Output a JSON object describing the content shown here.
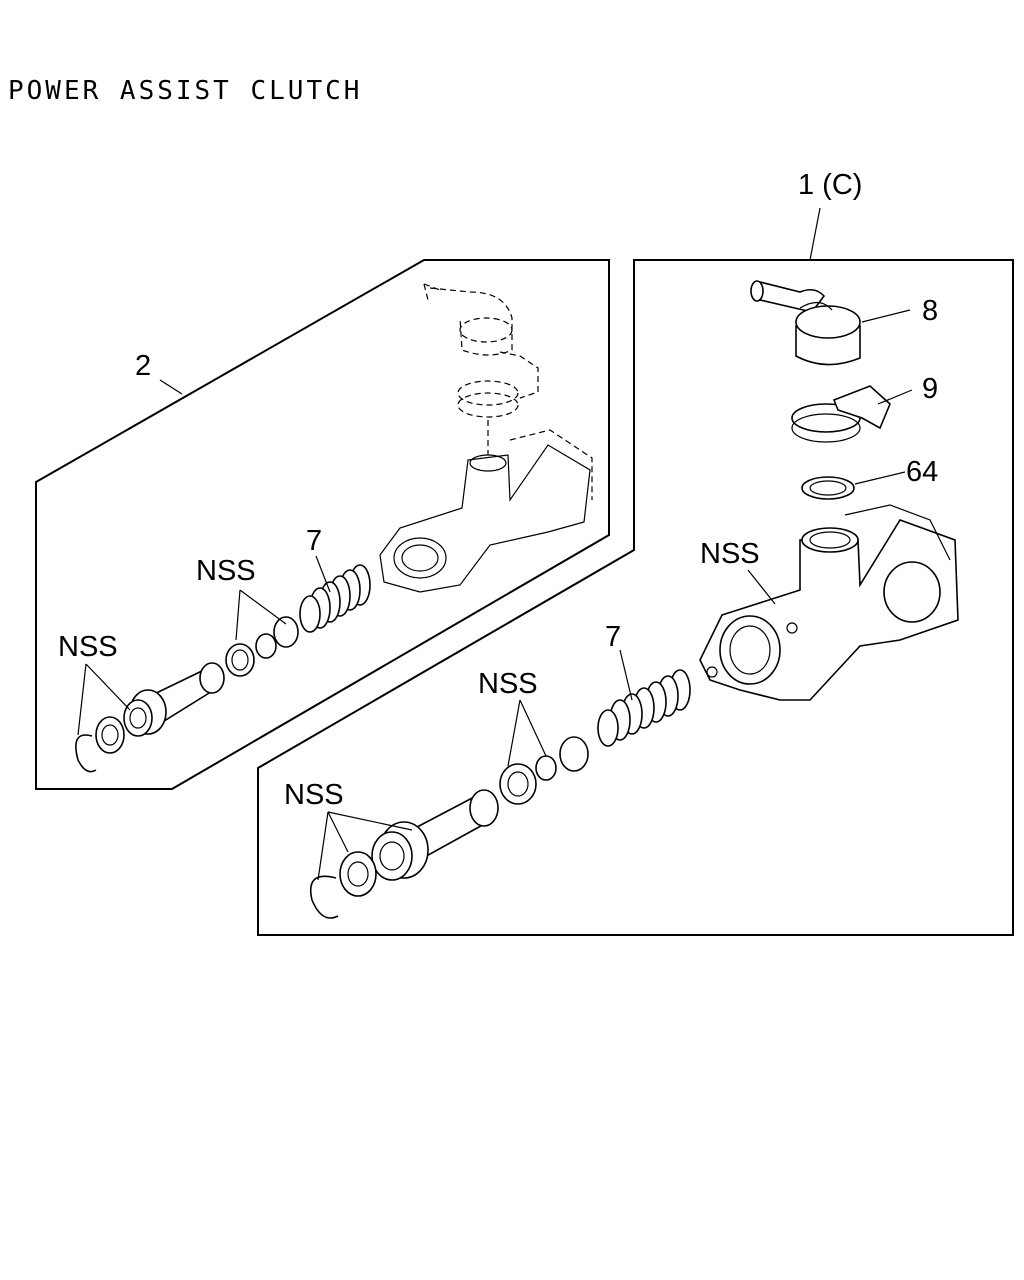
{
  "title": "POWER ASSIST CLUTCH",
  "callouts": {
    "assembly_right": "1 (C)",
    "assembly_left": "2",
    "reservoir": "8",
    "hose_clamp": "9",
    "grommet": "64",
    "spring_left": "7",
    "spring_right": "7",
    "nss_left_top": "NSS",
    "nss_left_bottom": "NSS",
    "nss_right_body": "NSS",
    "nss_right_mid": "NSS",
    "nss_right_bottom": "NSS"
  }
}
